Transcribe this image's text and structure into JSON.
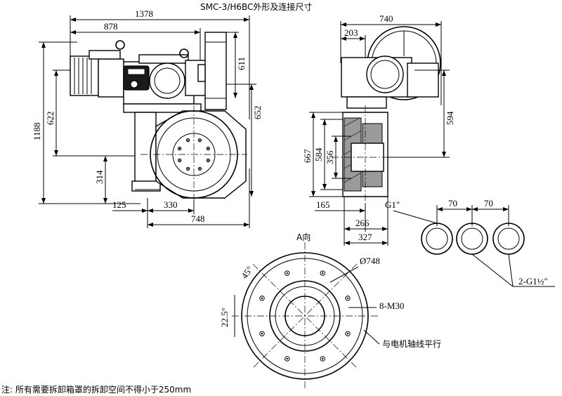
{
  "title": "SMC-3/H6BC外形及连接尺寸",
  "view_a_label": "A向",
  "note": "注: 所有需要拆卸箱罩的拆卸空间不得小于250mm",
  "front_view": {
    "overall_width": "1378",
    "width_to_axis": "878",
    "height_top": "611",
    "height_mid": "652",
    "overall_height": "1188",
    "motor_height": "622",
    "base_height": "314",
    "base_offset": "125",
    "flange_offset": "330",
    "base_width": "748"
  },
  "side_view": {
    "overall_width": "740",
    "handwheel_offset": "203",
    "height_594": "594",
    "height_667": "667",
    "height_584": "584",
    "height_356": "356",
    "offset_165": "165",
    "width_266": "266",
    "width_327": "327"
  },
  "conduit": {
    "port_label": "G1\"",
    "spacing_1": "70",
    "spacing_2": "70",
    "thread_label": "2-G1½\""
  },
  "flange_view": {
    "diameter": "Ø748",
    "bolts": "8-M30",
    "angle_45": "45°",
    "angle_22_5": "22.5°",
    "parallel_note": "与电机轴线平行"
  }
}
